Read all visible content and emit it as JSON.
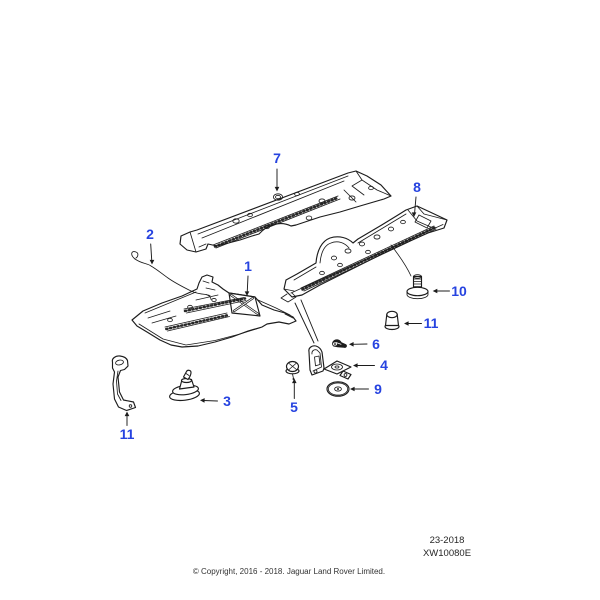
{
  "diagram": {
    "type": "exploded-parts-diagram",
    "colors": {
      "callout_blue": "#2643e0",
      "line_art": "#1c1c1c",
      "background": "#ffffff"
    }
  },
  "callouts": {
    "c1": "1",
    "c2": "2",
    "c3": "3",
    "c4": "4",
    "c5": "5",
    "c6": "6",
    "c7": "7",
    "c8": "8",
    "c9": "9",
    "c10": "10",
    "c11_left": "11",
    "c11_right": "11"
  },
  "footer": {
    "ref_line1": "23-2018",
    "ref_line2": "XW10080E",
    "copyright": "© Copyright, 2016 - 2018. Jaguar Land Rover Limited."
  }
}
